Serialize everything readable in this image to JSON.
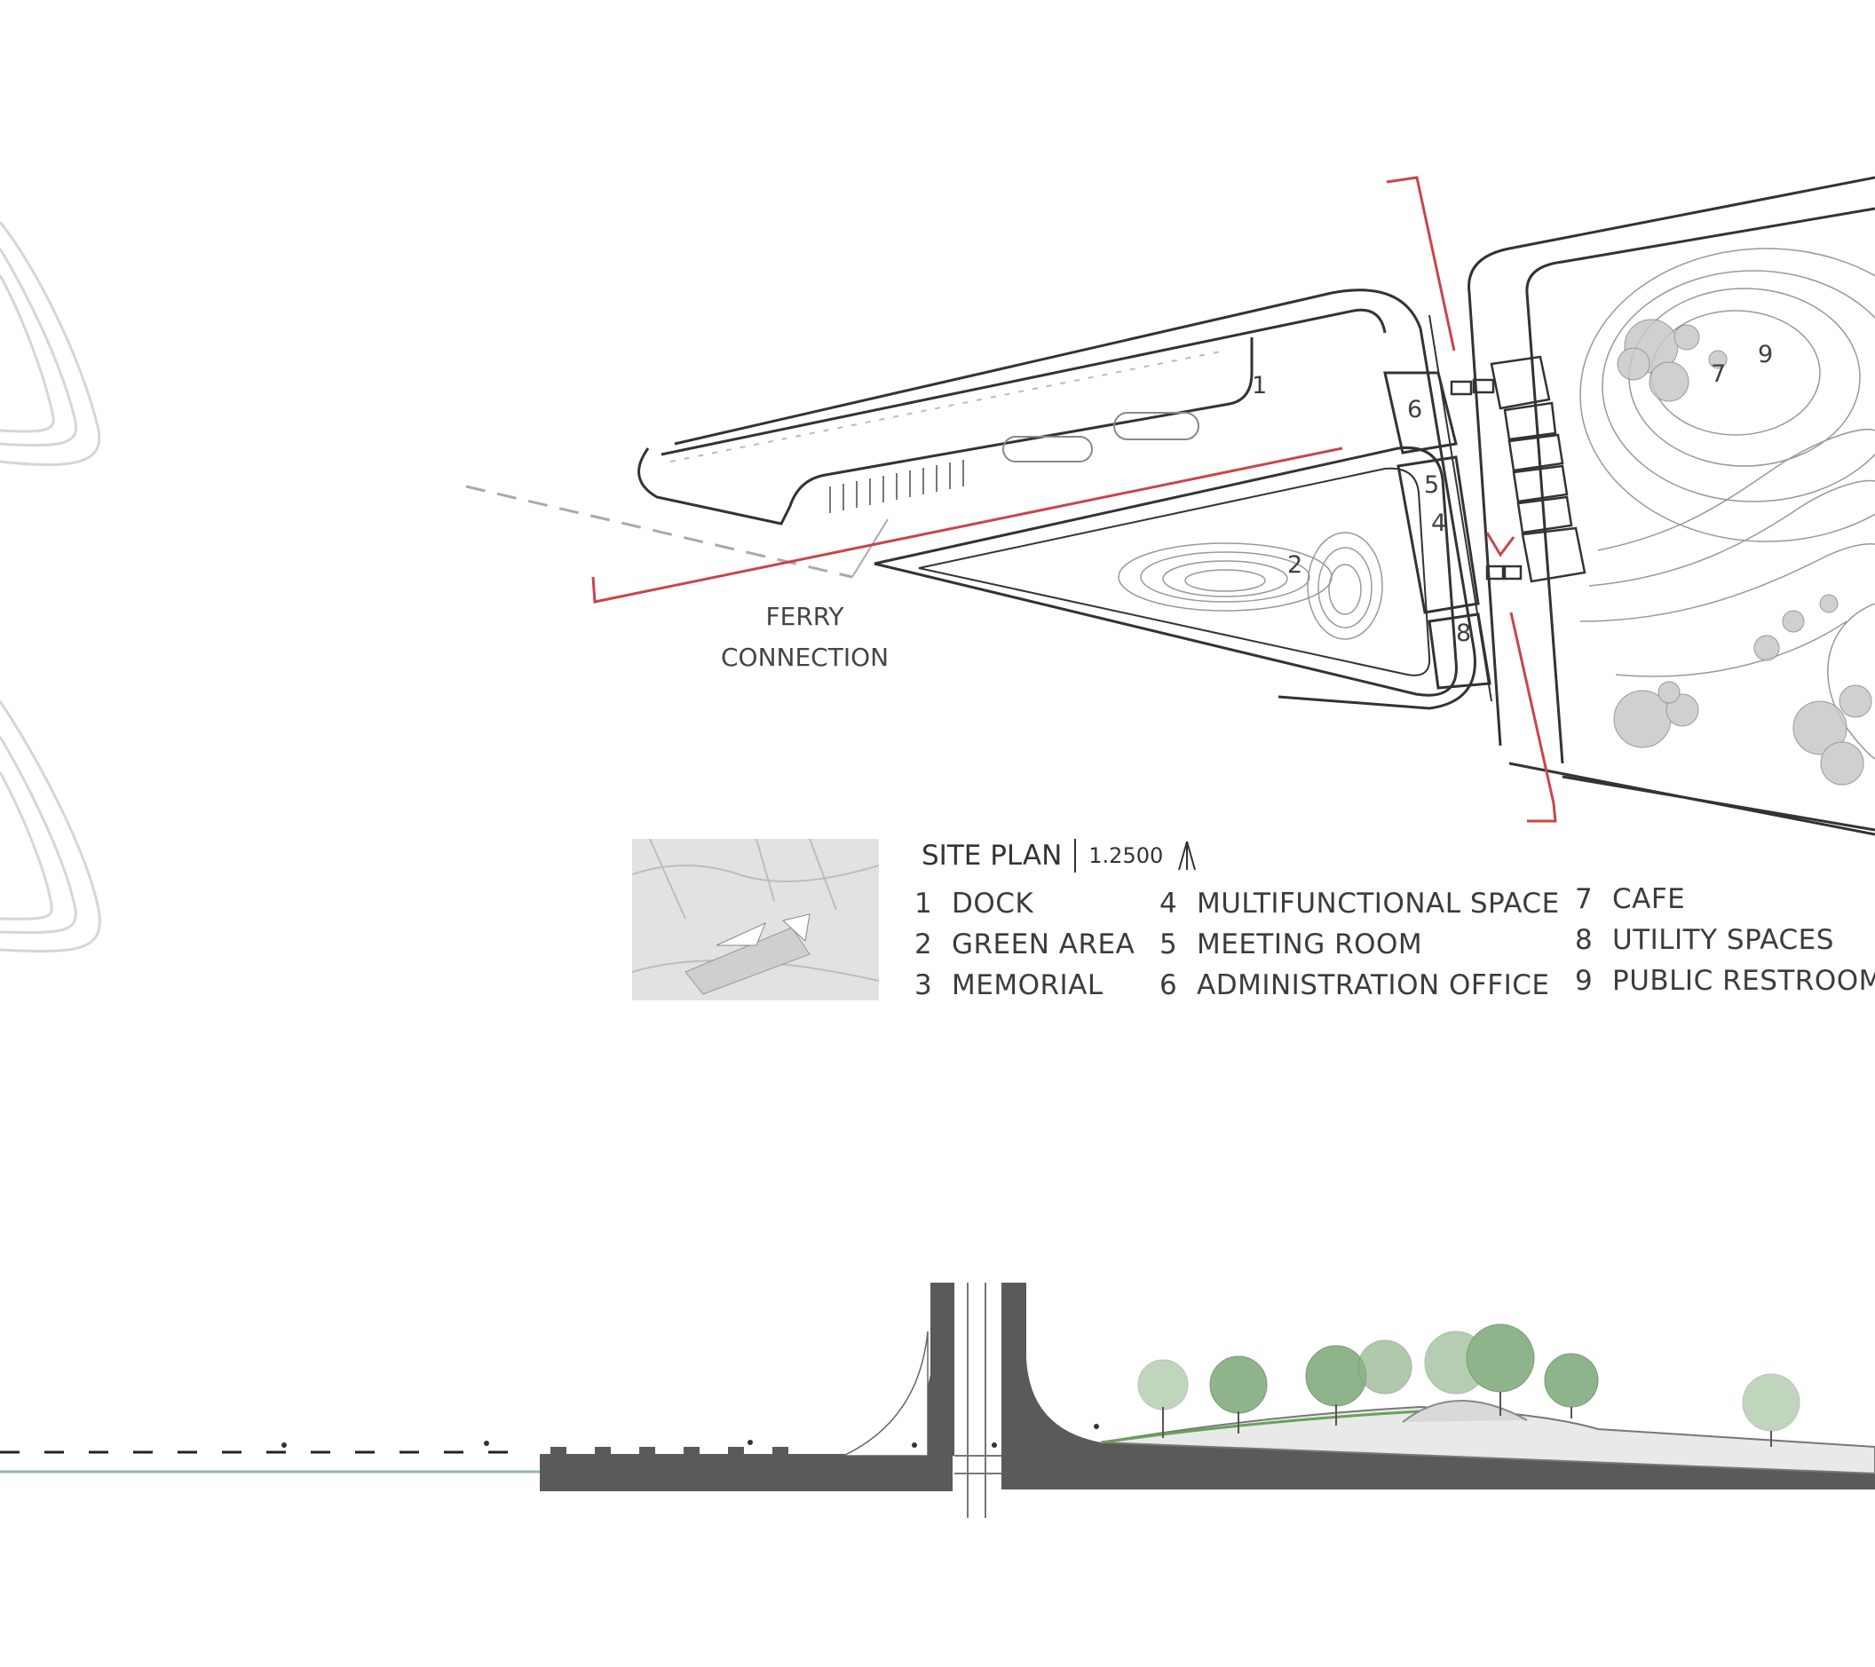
{
  "plan": {
    "title": "SITE  PLAN",
    "scale": "1.2500",
    "north_icon": "north-arrow-icon",
    "ferry_line1": "FERRY",
    "ferry_line2": "CONNECTION",
    "markers": [
      "1",
      "2",
      "4",
      "5",
      "6",
      "7",
      "8",
      "9"
    ],
    "section_cut_color": "#c9454a",
    "legend": [
      [
        {
          "n": "1",
          "label": "DOCK"
        },
        {
          "n": "2",
          "label": "GREEN AREA"
        },
        {
          "n": "3",
          "label": "MEMORIAL"
        }
      ],
      [
        {
          "n": "4",
          "label": "MULTIFUNCTIONAL SPACE"
        },
        {
          "n": "5",
          "label": "MEETING ROOM"
        },
        {
          "n": "6",
          "label": "ADMINISTRATION OFFICE"
        }
      ],
      [
        {
          "n": "7",
          "label": "CAFE"
        },
        {
          "n": "8",
          "label": "UTILITY SPACES"
        },
        {
          "n": "9",
          "label": "PUBLIC RESTROOM"
        }
      ]
    ]
  },
  "section": {
    "wall_color": "#5a5a5a",
    "tree_color": "#8fb38a"
  }
}
